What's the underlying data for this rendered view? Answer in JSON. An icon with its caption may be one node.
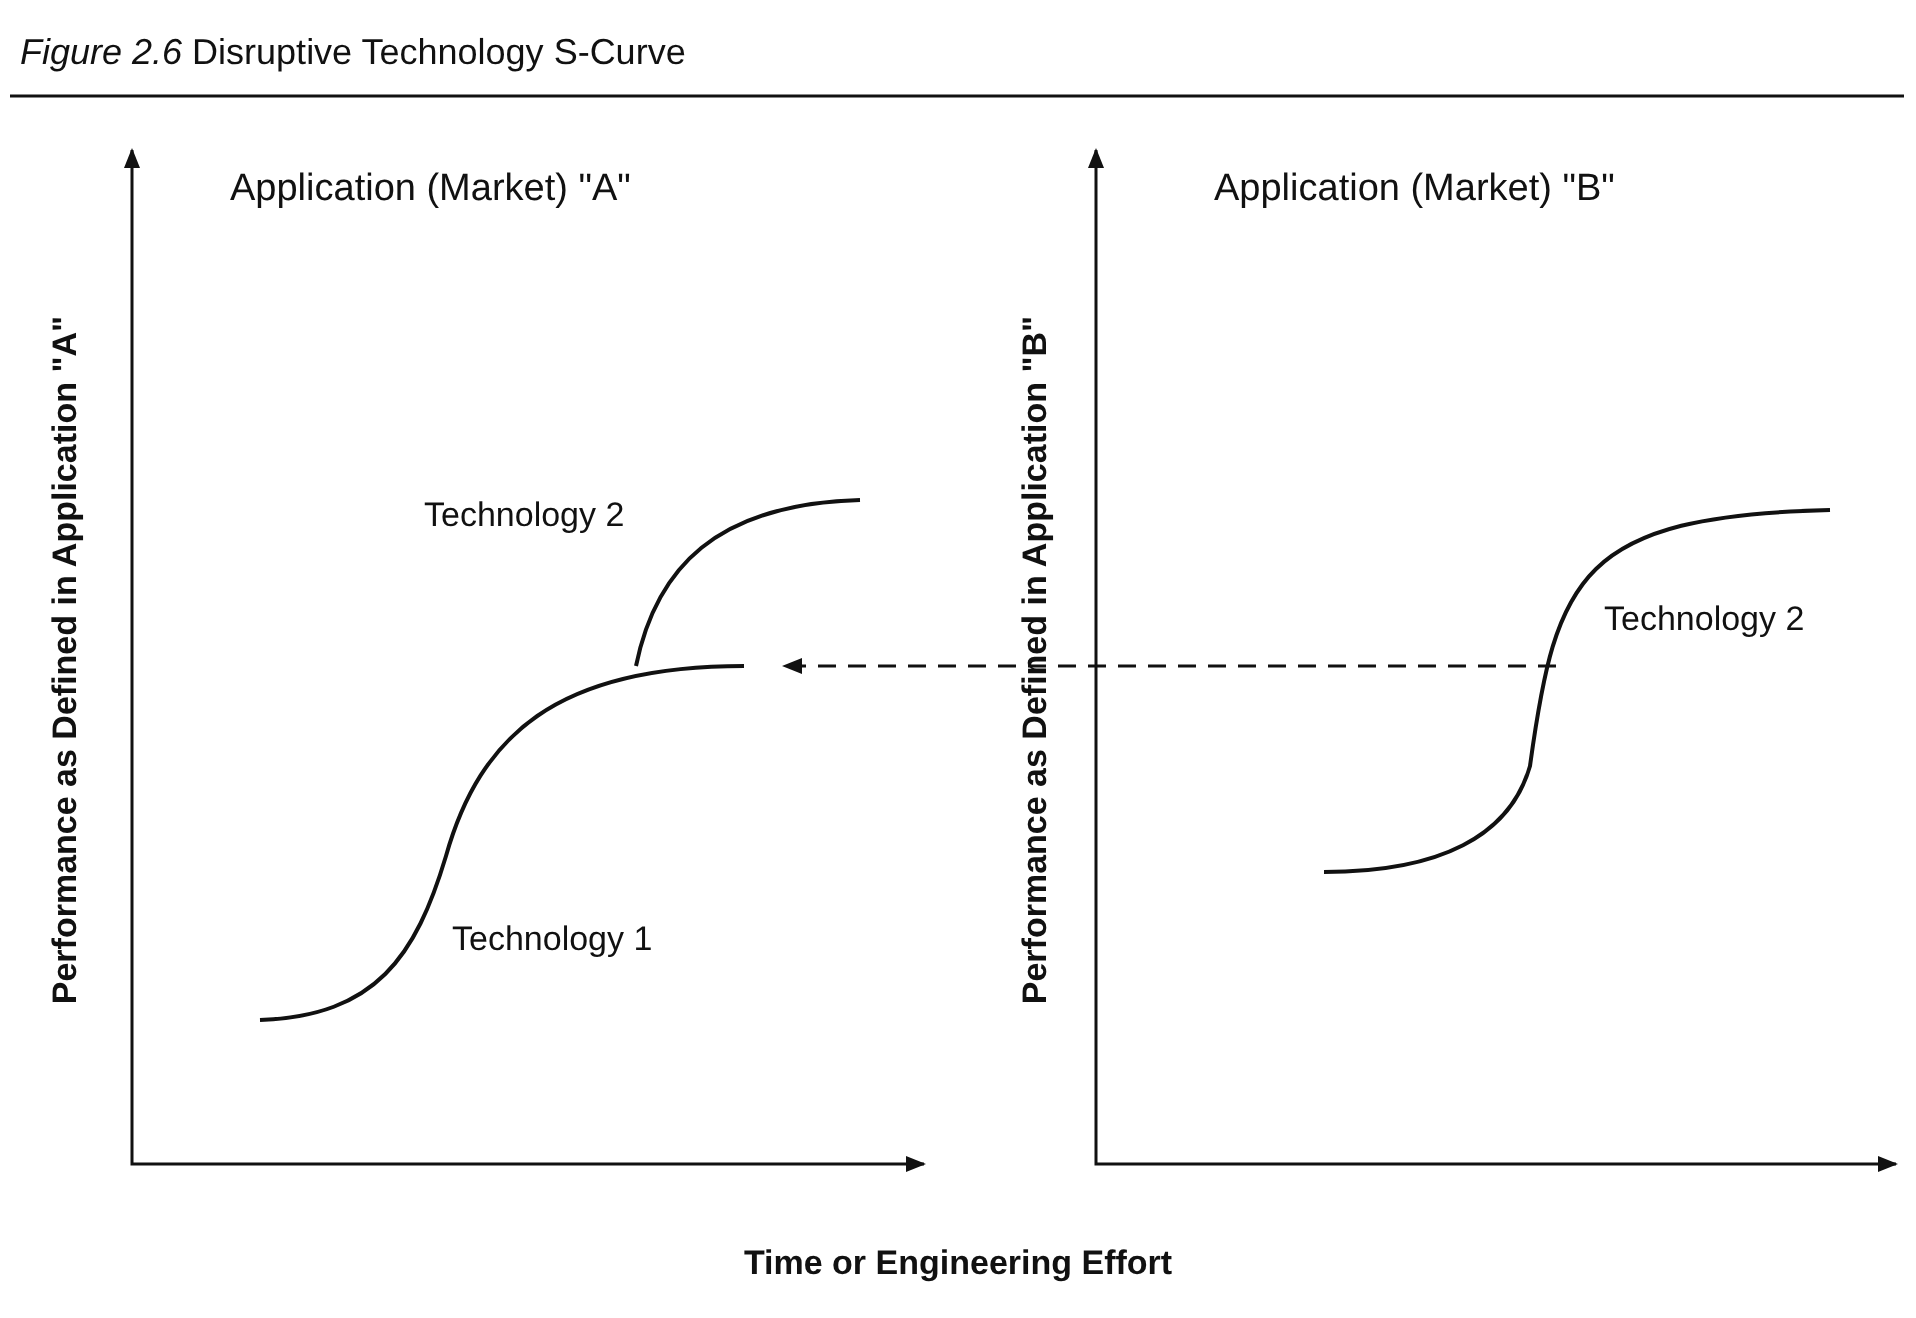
{
  "diagram": {
    "title": "*Figure 2.6* Disruptive Technology S-Curve",
    "nodes": [
      {
        "text": [
          "Technology 2"
        ]
      },
      {
        "text": [
          "Technology 1"
        ]
      },
      {
        "text": [
          "Technology 2"
        ]
      }
    ],
    "edges": [
      {
        "from": 2,
        "to": 1,
        "arrow": "to",
        "style": "dashed"
      }
    ],
    "labels": [
      "Application (Market) \"A\"",
      "Performance as Defined in Application \"A\"",
      "Application (Market) \"B\"",
      "Performance as Defined in Application \"B\"",
      "Time or Engineering Effort"
    ]
  }
}
